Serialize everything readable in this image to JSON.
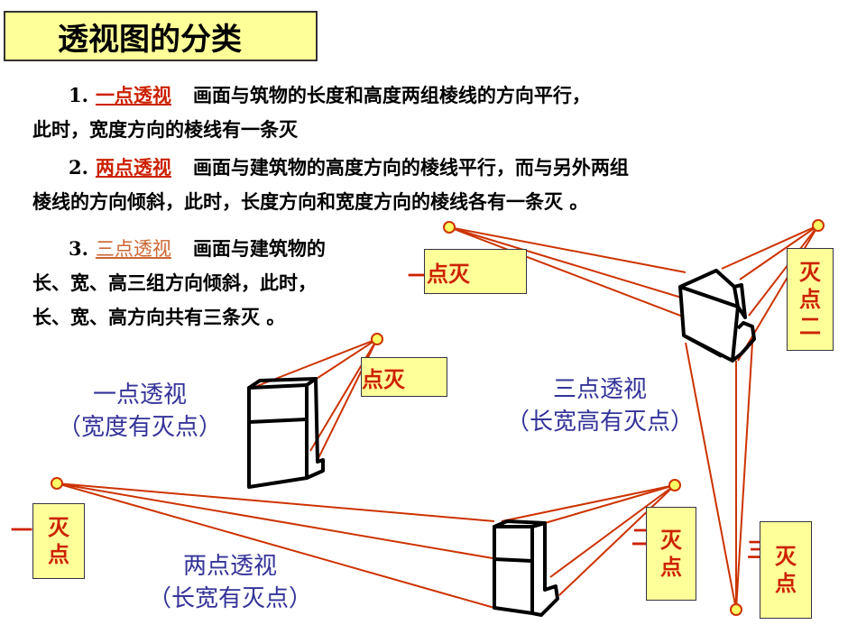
{
  "title": "透视图的分类",
  "paragraphs": {
    "one": {
      "num": "1.",
      "term": "一点透视",
      "line1": "画面与筑物的长度和高度两组棱线的方向平行，",
      "line2": "此时，宽度方向的棱线有一条灭"
    },
    "two": {
      "num": "2.",
      "term": "两点透视",
      "line1": "画面与建筑物的高度方向的棱线平行，而与另外两组",
      "line2": "棱线的方向倾斜，此时，长度方向和宽度方向的棱线各有一条灭  。"
    },
    "three": {
      "num": "3.",
      "term": "三点透视",
      "line1": "画面与建筑物的",
      "line2": "长、宽、高三组方向倾斜，此时，",
      "line3": "长、宽、高方向共有三条灭  。"
    }
  },
  "labels": {
    "three_point_vp1_prefix": "一",
    "three_point_vp1_box": "点灭",
    "three_point_vp2_box": [
      "灭",
      "点",
      "二"
    ],
    "three_point_vp3_prefix": "三",
    "three_point_vp3_box": [
      "灭",
      "点"
    ],
    "one_point_vp_box": "点灭",
    "two_point_vp1_prefix": "一",
    "two_point_vp1_box": [
      "灭",
      "点"
    ],
    "two_point_vp2_prefix": "二",
    "two_point_vp2_box": [
      "灭",
      "点"
    ]
  },
  "captions": {
    "one_point": {
      "line1": "一点透视",
      "line2": "（宽度有灭点）"
    },
    "three_point": {
      "line1": "三点透视",
      "line2": "（长宽高有灭点）"
    },
    "two_point": {
      "line1": "两点透视",
      "line2": "（长宽有灭点）"
    }
  },
  "colors": {
    "line": "#cc3300",
    "vp_fill": "#ffff66",
    "box_fill": "#ffff99",
    "caption": "#333399",
    "term": "#cc2200"
  }
}
